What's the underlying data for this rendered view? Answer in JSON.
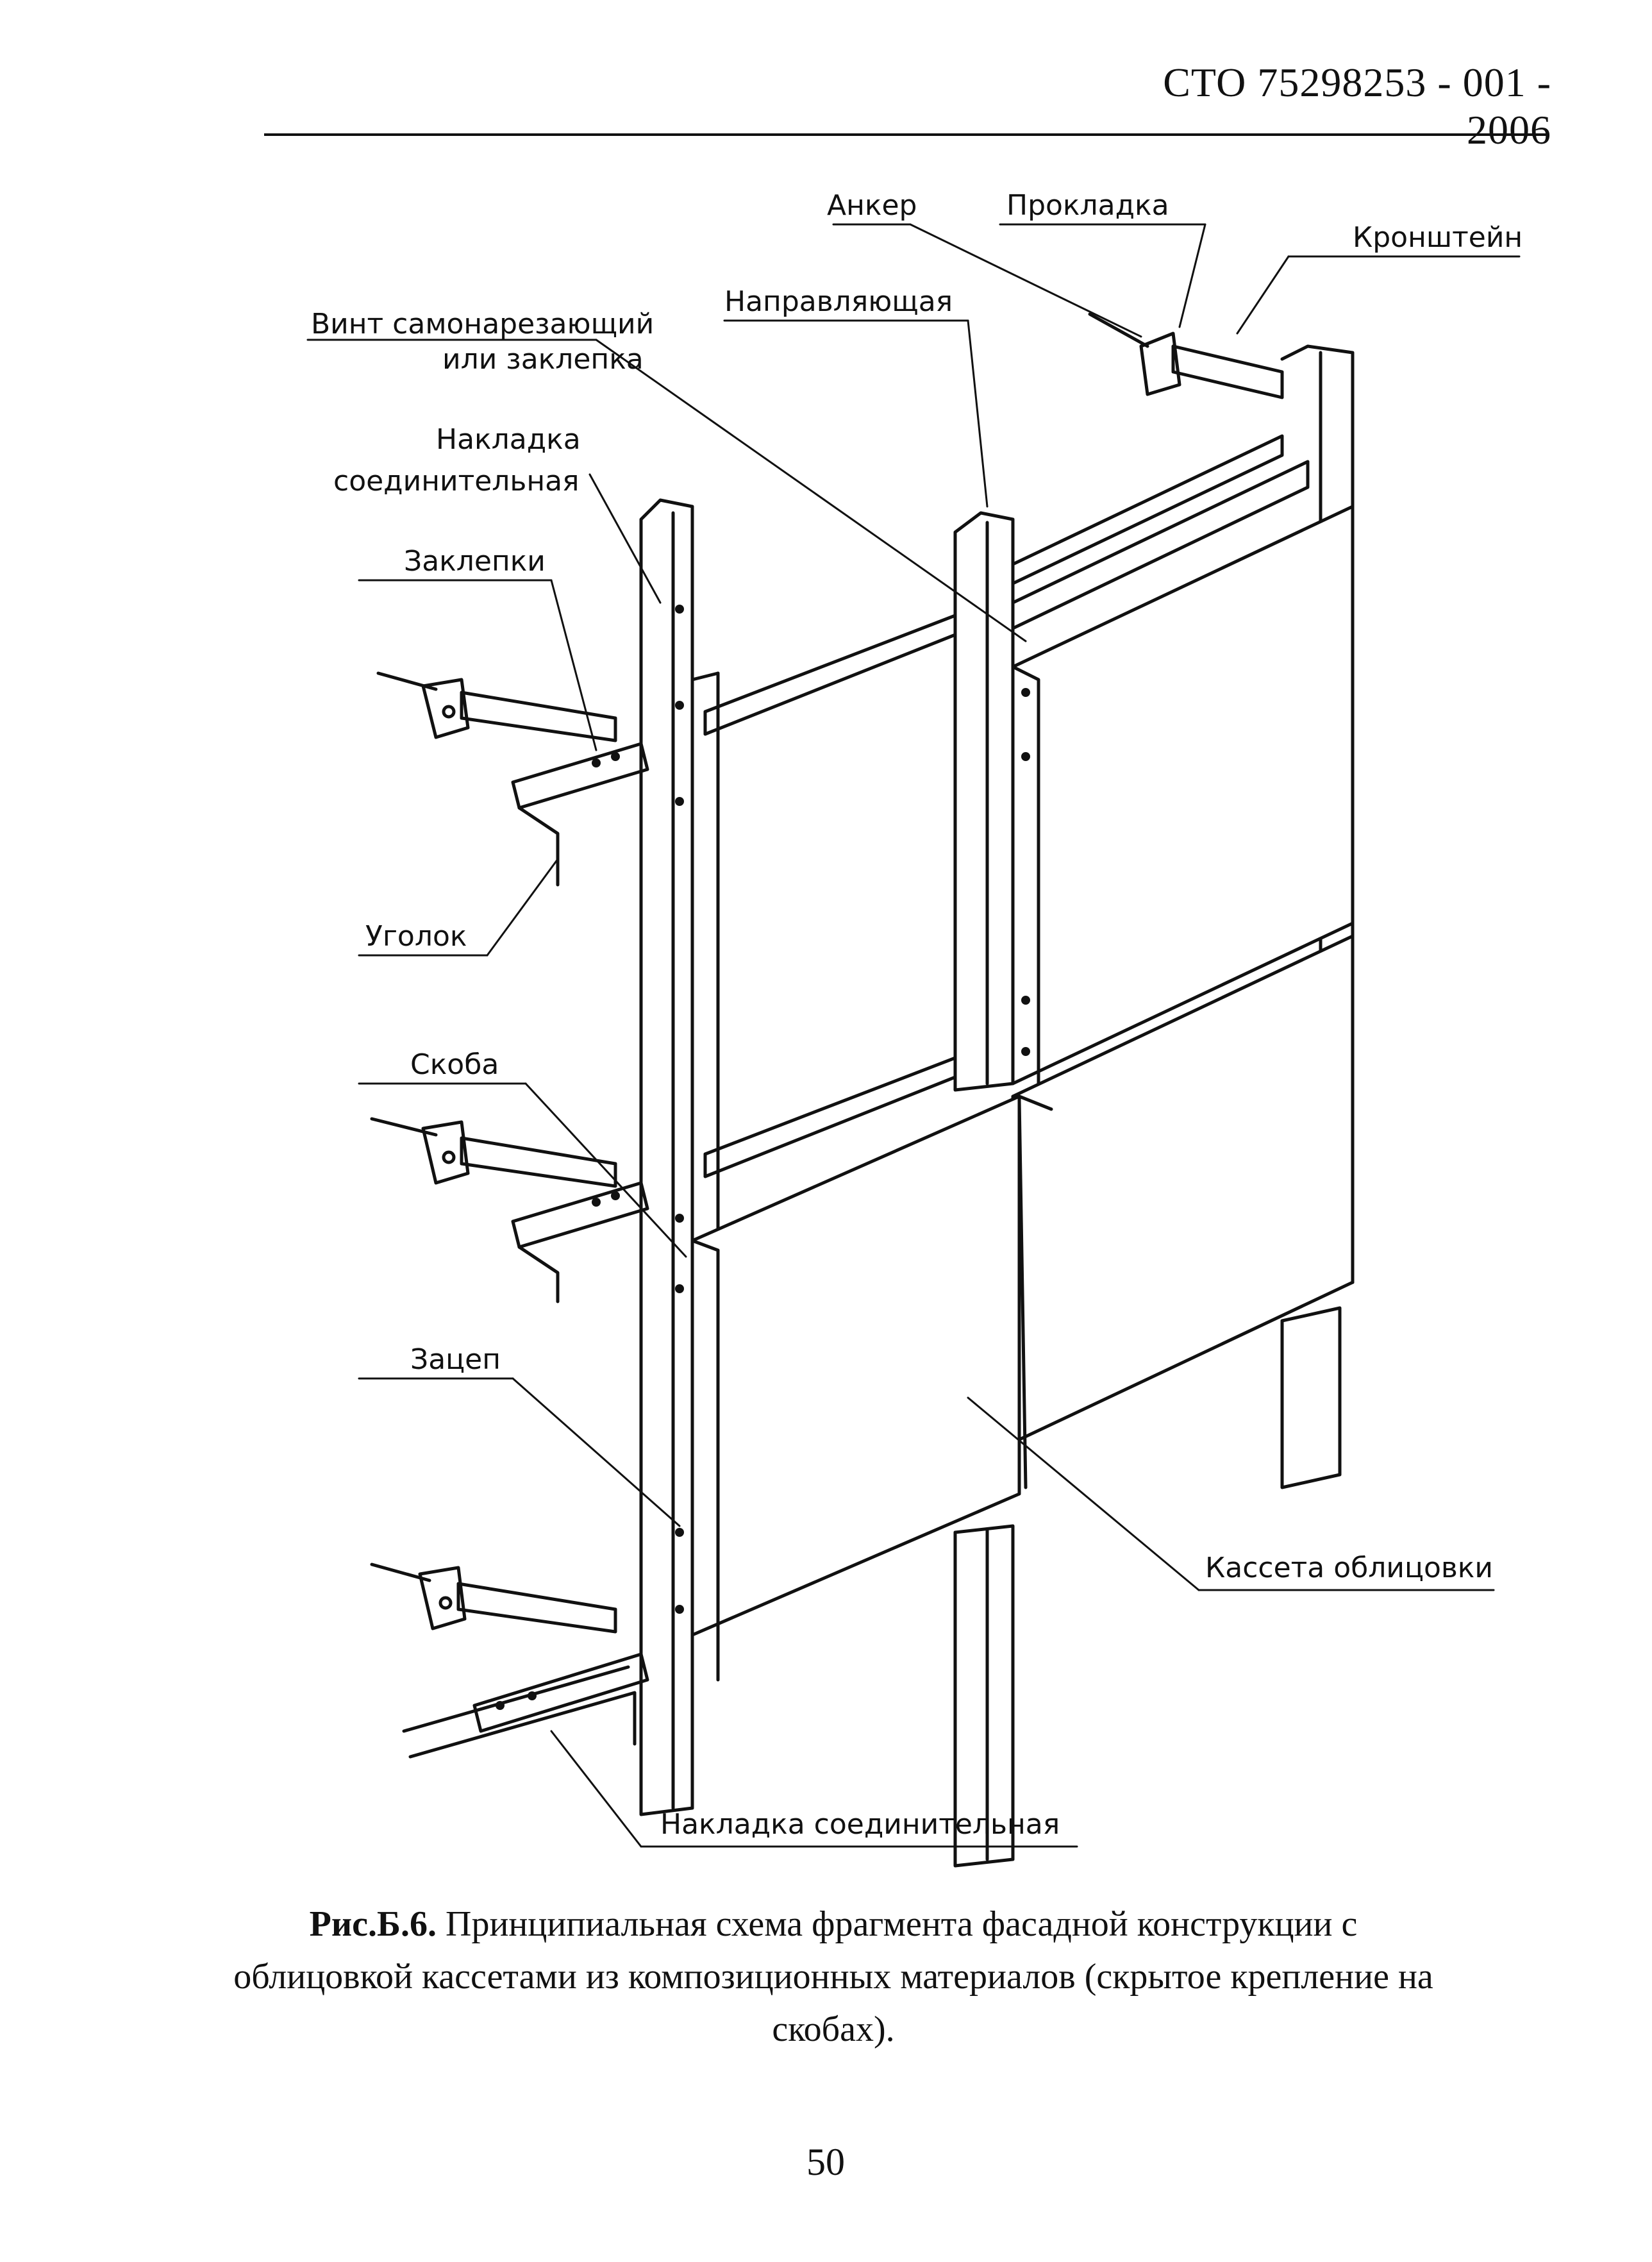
{
  "header": {
    "doc_code": "СТО 75298253 - 001 - 2006"
  },
  "figure": {
    "callouts": {
      "anker": "Анкер",
      "prokladka": "Прокладка",
      "kronshtein": "Кронштейн",
      "napravlyayushchaya": "Направляющая",
      "vint_line1": "Винт самонарезающий",
      "vint_line2": "или заклепка",
      "nakladka_top_line1": "Накладка",
      "nakladka_top_line2": "соединительная",
      "zaklepki": "Заклепки",
      "ugolok": "Уголок",
      "skoba": "Скоба",
      "zatsep": "Зацеп",
      "kasseta": "Кассета облицовки",
      "nakladka_bottom": "Накладка соединительная"
    }
  },
  "caption": {
    "label": "Рис.Б.6.",
    "text": "Принципиальная схема фрагмента фасадной конструкции с облицовкой кассетами из композиционных материалов (скрытое крепление на скобах)."
  },
  "page_number": "50"
}
